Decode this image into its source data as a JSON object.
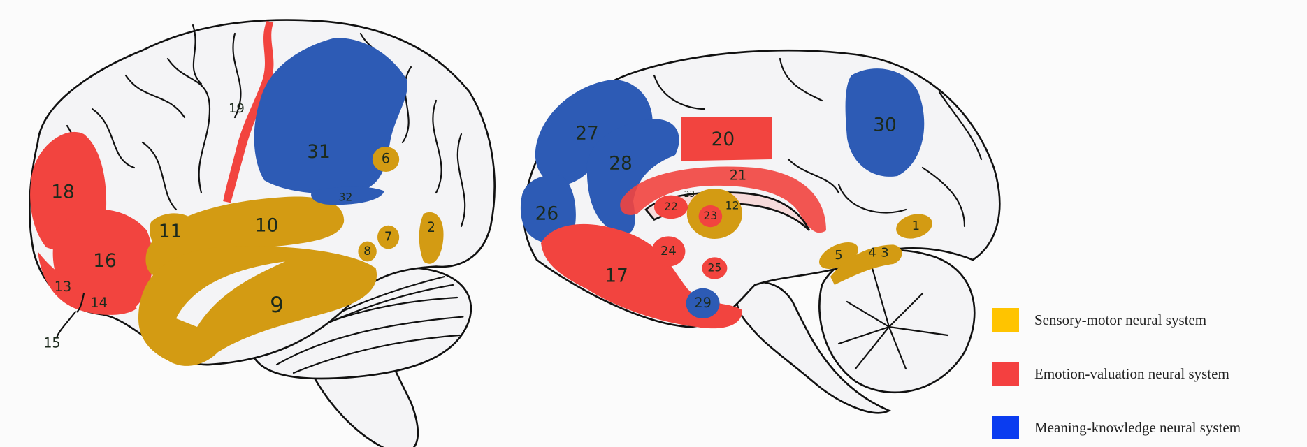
{
  "colors": {
    "sensory_motor": "#ffc400",
    "emotion_valuation": "#f44040",
    "meaning_knowledge": "#0a3cf0",
    "region_gold": "#d39b13",
    "region_red": "#f2443f",
    "region_blue": "#2d5bb5"
  },
  "lateral_view": {
    "labels": {
      "r2": "2",
      "r6": "6",
      "r7": "7",
      "r8": "8",
      "r9": "9",
      "r10": "10",
      "r11": "11",
      "r13": "13",
      "r14": "14",
      "r15": "15",
      "r16": "16",
      "r18": "18",
      "r19": "19",
      "r31": "31",
      "r32": "32"
    }
  },
  "medial_view": {
    "labels": {
      "r1": "1",
      "r3": "3",
      "r4": "4",
      "r5": "5",
      "r12": "12",
      "r17": "17",
      "r20": "20",
      "r21": "21",
      "r22": "22",
      "r23a": "23",
      "r23b": "23",
      "r24": "24",
      "r25": "25",
      "r26": "26",
      "r27": "27",
      "r28": "28",
      "r29": "29",
      "r30": "30"
    }
  },
  "legend": [
    {
      "label": "Sensory-motor neural system",
      "color": "#ffc400"
    },
    {
      "label": "Emotion-valuation neural system",
      "color": "#f44040"
    },
    {
      "label": "Meaning-knowledge neural system",
      "color": "#0a3cf0"
    }
  ]
}
